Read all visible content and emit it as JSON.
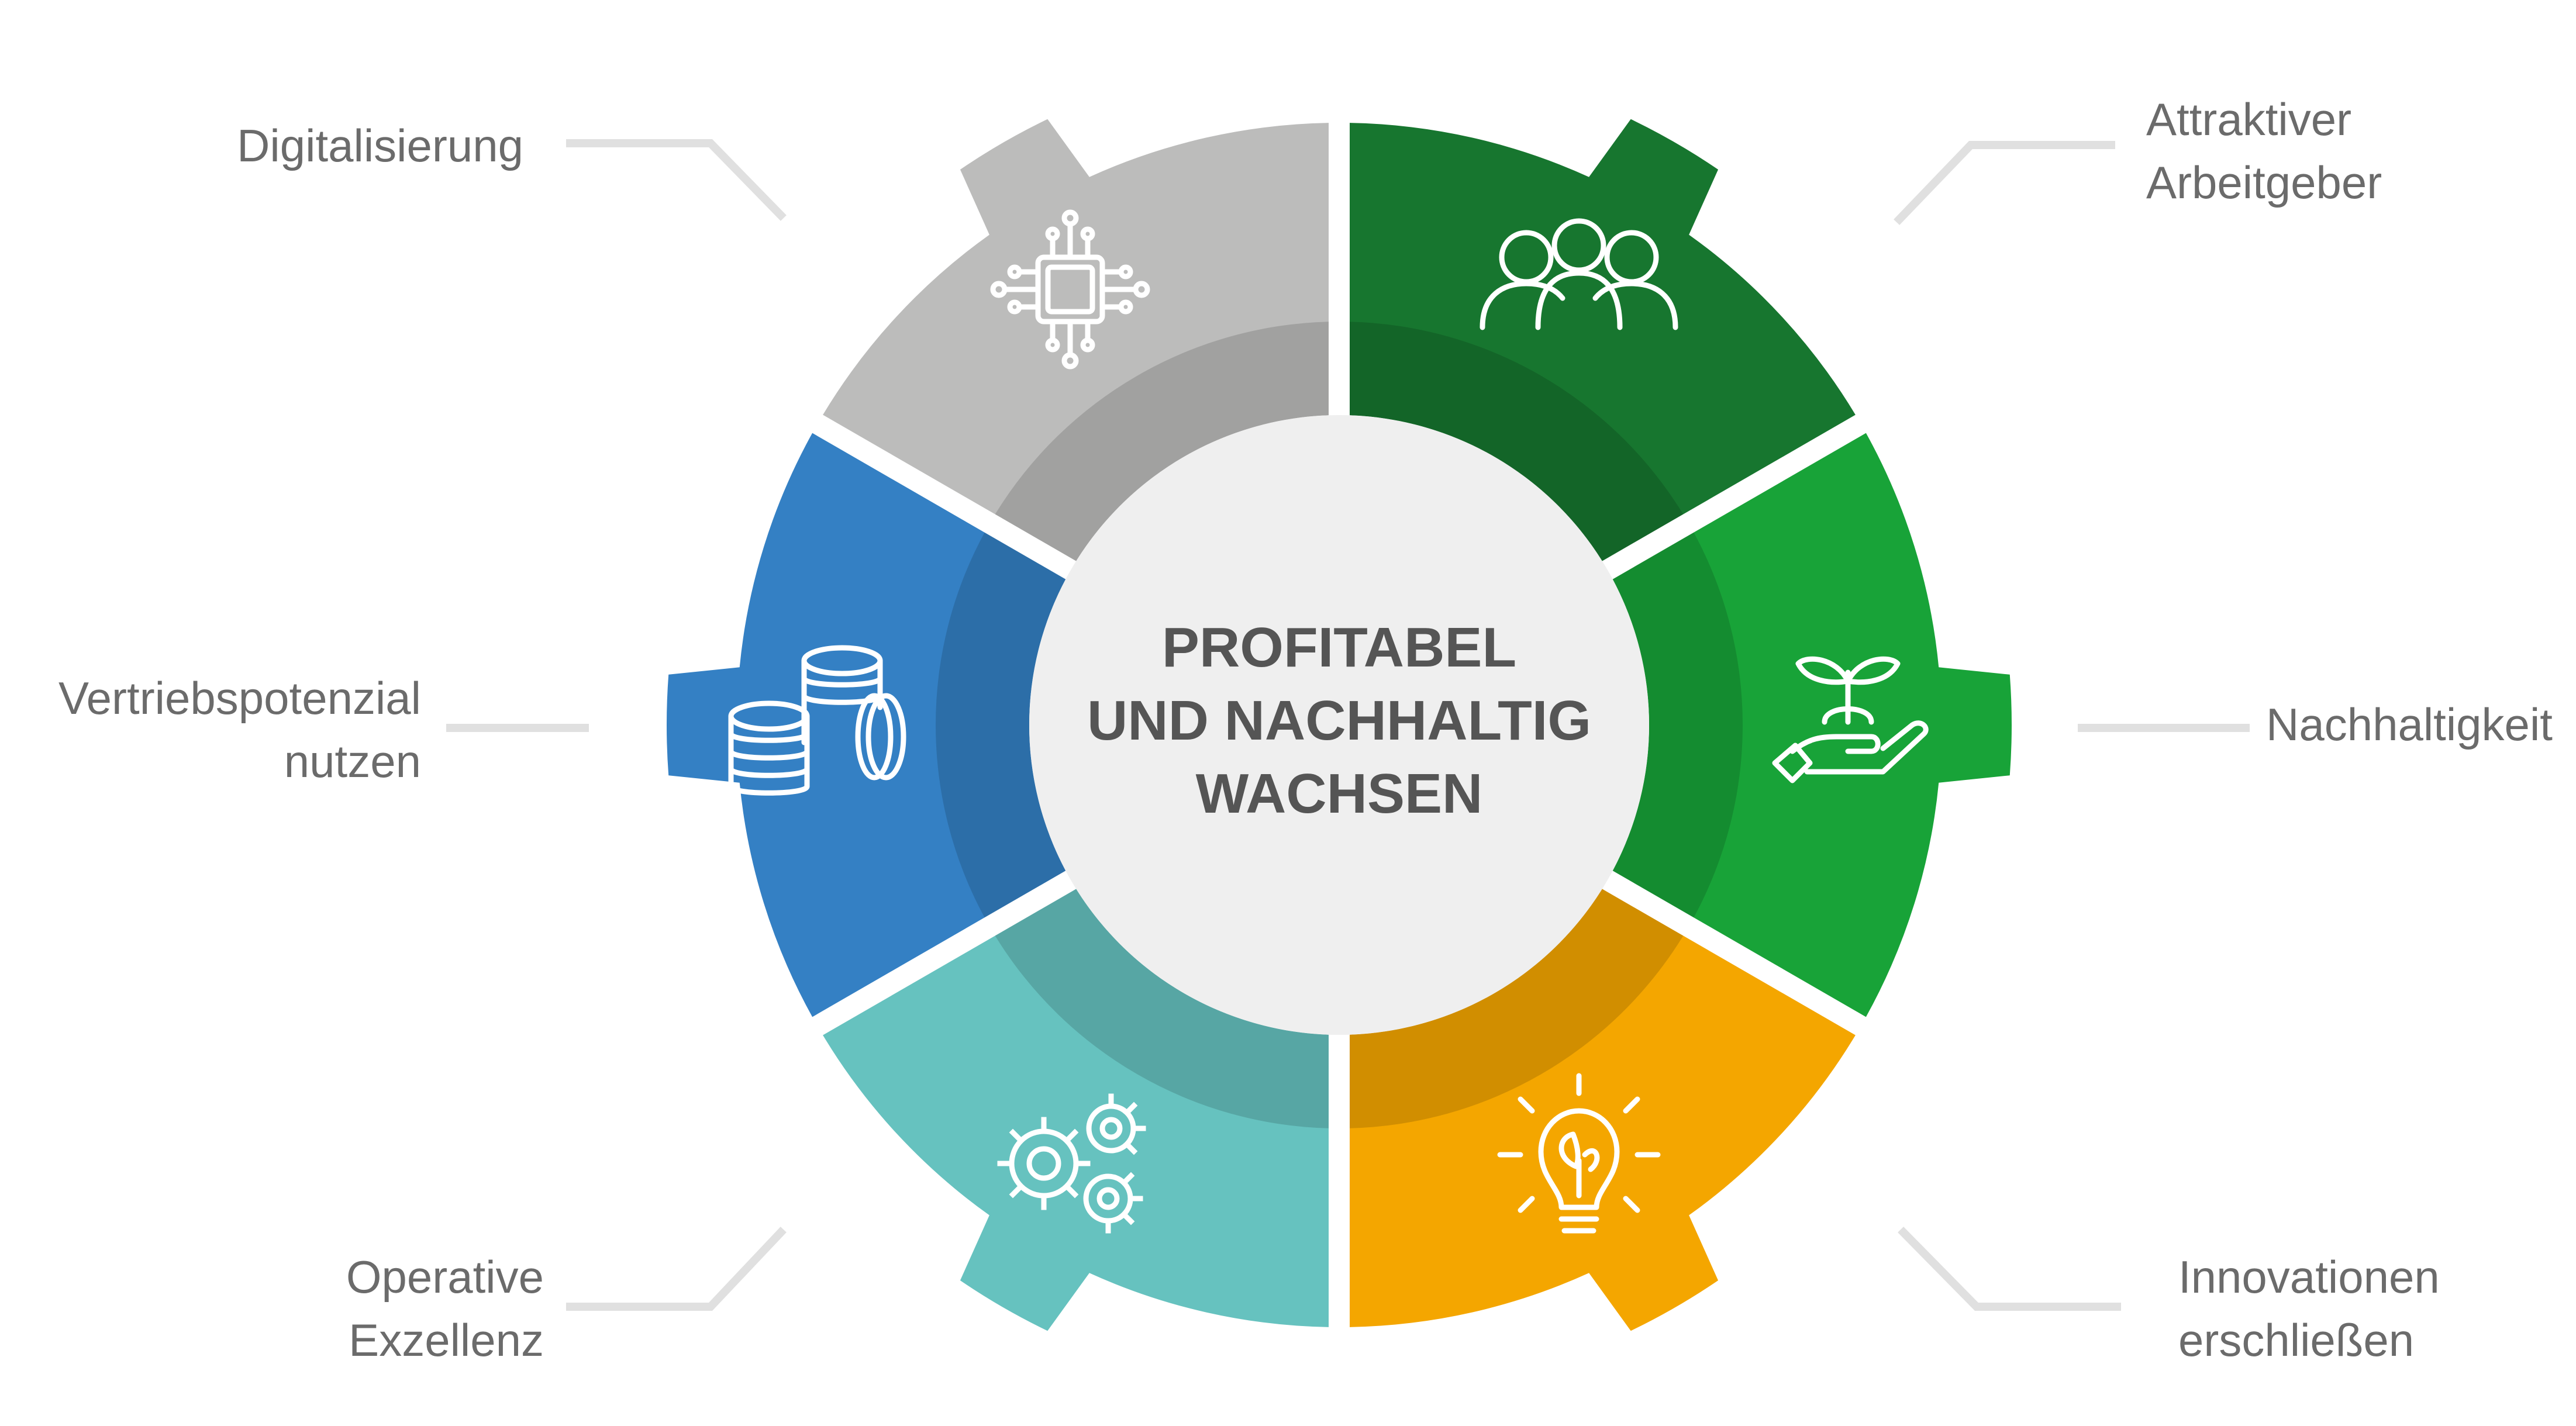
{
  "center": {
    "lines": [
      "PROFITABEL",
      "UND NACHHALTIG",
      "WACHSEN"
    ]
  },
  "segments": [
    {
      "id": "digitalisierung",
      "lines": [
        "Digitalisierung"
      ],
      "color": "#bcbcbb",
      "icon": "chip-icon"
    },
    {
      "id": "arbeitgeber",
      "lines": [
        "Attraktiver",
        "Arbeitgeber"
      ],
      "color": "#17762f",
      "icon": "people-icon"
    },
    {
      "id": "nachhaltigkeit",
      "lines": [
        "Nachhaltigkeit"
      ],
      "color": "#18a338",
      "icon": "hand-plant-icon"
    },
    {
      "id": "innovationen",
      "lines": [
        "Innovationen",
        "erschließen"
      ],
      "color": "#f4a600",
      "icon": "lightbulb-icon"
    },
    {
      "id": "exzellenz",
      "lines": [
        "Operative",
        "Exzellenz"
      ],
      "color": "#66c2bf",
      "icon": "gears-icon"
    },
    {
      "id": "vertrieb",
      "lines": [
        "Vertriebspotenzial",
        "nutzen"
      ],
      "color": "#3480c4",
      "icon": "coins-icon"
    }
  ],
  "colors": {
    "center_fill": "#efefef",
    "center_text": "#555555",
    "label_text": "#6b6b6b",
    "leader_line": "#e0e0e0"
  }
}
